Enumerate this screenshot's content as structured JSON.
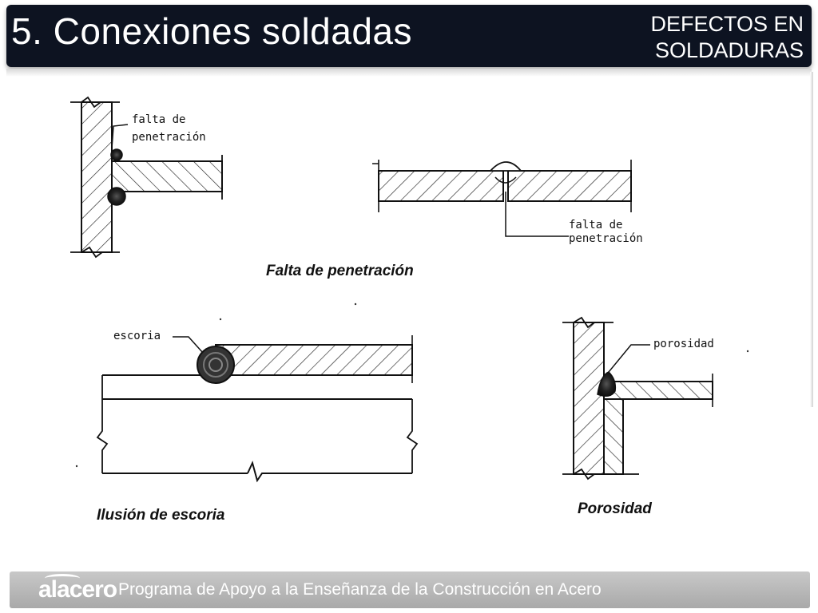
{
  "slide": {
    "title": "5. Conexiones soldadas",
    "subtitle": "DEFECTOS EN SOLDADURAS"
  },
  "diagram": {
    "labels": {
      "falta_penetracion_a_line1": "falta de",
      "falta_penetracion_a_line2": "penetración",
      "falta_penetracion_b_line1": "falta de",
      "falta_penetracion_b_line2": "penetración",
      "escoria": "escoria",
      "porosidad": "porosidad"
    },
    "captions": {
      "falta_penetracion": "Falta de penetración",
      "ilusion_escoria": "Ilusión de escoria",
      "porosidad": "Porosidad"
    }
  },
  "footer": {
    "logo": "alacero",
    "program": "Programa de Apoyo a la Enseñanza de la Construcción en Acero"
  },
  "colors": {
    "header_bg": "#0d1321",
    "footer_bg": "#b0b0b0",
    "ink": "#111111"
  }
}
